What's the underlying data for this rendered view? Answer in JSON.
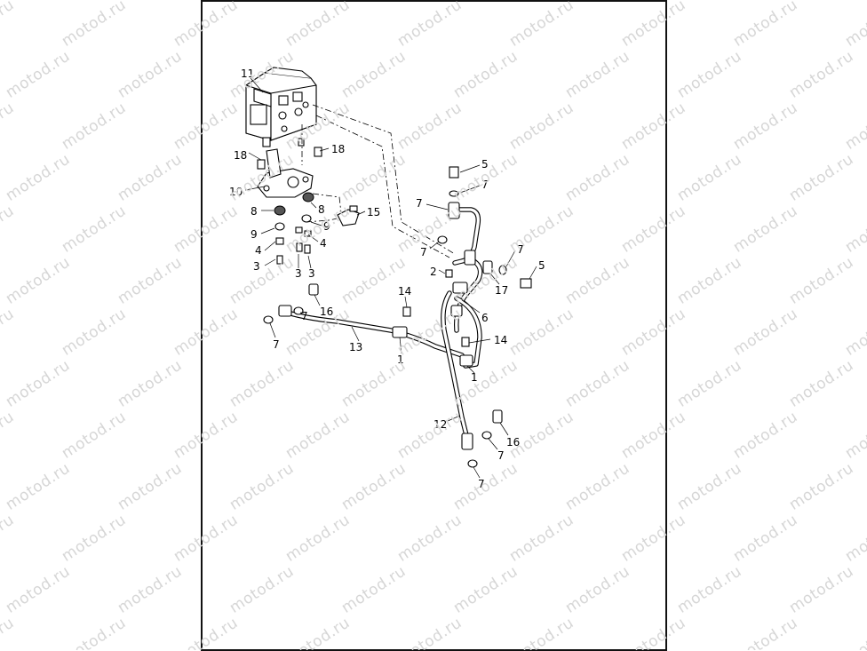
{
  "watermark": {
    "text": "motod.ru"
  },
  "diagram": {
    "callouts": [
      {
        "id": "c11",
        "text": "11"
      },
      {
        "id": "c18a",
        "text": "18"
      },
      {
        "id": "c18b",
        "text": "18"
      },
      {
        "id": "c10",
        "text": "10"
      },
      {
        "id": "c8a",
        "text": "8"
      },
      {
        "id": "c8b",
        "text": "8"
      },
      {
        "id": "c15",
        "text": "15"
      },
      {
        "id": "c9a",
        "text": "9"
      },
      {
        "id": "c9b",
        "text": "9"
      },
      {
        "id": "c4a",
        "text": "4"
      },
      {
        "id": "c4b",
        "text": "4"
      },
      {
        "id": "c3a",
        "text": "3"
      },
      {
        "id": "c3b",
        "text": "3"
      },
      {
        "id": "c3c",
        "text": "3"
      },
      {
        "id": "c5a",
        "text": "5"
      },
      {
        "id": "c7a",
        "text": "7"
      },
      {
        "id": "c7b",
        "text": "7"
      },
      {
        "id": "c7c",
        "text": "7"
      },
      {
        "id": "c7d",
        "text": "7"
      },
      {
        "id": "c2",
        "text": "2"
      },
      {
        "id": "c17",
        "text": "17"
      },
      {
        "id": "c5b",
        "text": "5"
      },
      {
        "id": "c14a",
        "text": "14"
      },
      {
        "id": "c16a",
        "text": "16"
      },
      {
        "id": "c7e",
        "text": "7"
      },
      {
        "id": "c7f",
        "text": "7"
      },
      {
        "id": "c13",
        "text": "13"
      },
      {
        "id": "c1a",
        "text": "1"
      },
      {
        "id": "c6",
        "text": "6"
      },
      {
        "id": "c14b",
        "text": "14"
      },
      {
        "id": "c1b",
        "text": "1"
      },
      {
        "id": "c12",
        "text": "12"
      },
      {
        "id": "c16b",
        "text": "16"
      },
      {
        "id": "c7g",
        "text": "7"
      },
      {
        "id": "c7h",
        "text": "7"
      }
    ]
  }
}
